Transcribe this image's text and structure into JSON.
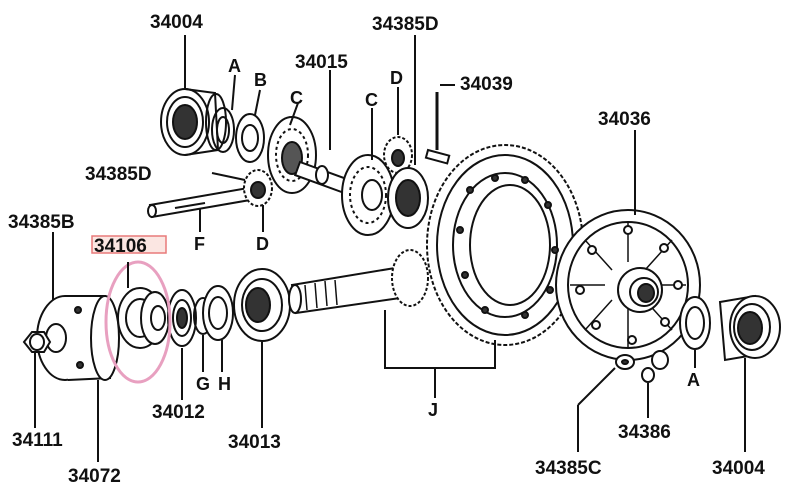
{
  "diagram": {
    "part_numbers": {
      "p34004_top": "34004",
      "p34385D_top": "34385D",
      "p34015": "34015",
      "p34039": "34039",
      "p34036": "34036",
      "p34385D_left": "34385D",
      "p34385B": "34385B",
      "p34106": "34106",
      "p34111": "34111",
      "p34072": "34072",
      "p34012": "34012",
      "p34013": "34013",
      "p34386": "34386",
      "p34385C": "34385C",
      "p34004_bottom": "34004"
    },
    "letters": {
      "A_top": "A",
      "B_top": "B",
      "C_left": "C",
      "C_right": "C",
      "D_top": "D",
      "F": "F",
      "D_bottom": "D",
      "G": "G",
      "H": "H",
      "J": "J",
      "A_right": "A"
    },
    "highlight": {
      "part": "34106",
      "color": "#e8a0c0",
      "box_color": "#e87a7a",
      "box_fill": "#fbe6e2"
    }
  }
}
